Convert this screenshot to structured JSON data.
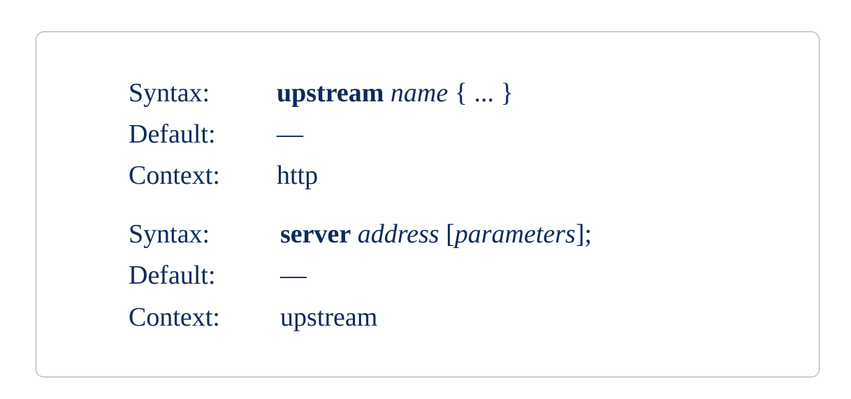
{
  "directives": [
    {
      "syntax_label": "Syntax:",
      "syntax": {
        "keyword": "upstream",
        "param": "name",
        "tail": "{ ... }"
      },
      "default_label": "Default:",
      "default_value": "—",
      "context_label": "Context:",
      "context_value": "http"
    },
    {
      "syntax_label": "Syntax:",
      "syntax": {
        "keyword": "server",
        "param": "address",
        "open_bracket": "[",
        "optional_param": "parameters",
        "close": "];"
      },
      "default_label": "Default:",
      "default_value": "—",
      "context_label": "Context:",
      "context_value": "upstream"
    }
  ]
}
